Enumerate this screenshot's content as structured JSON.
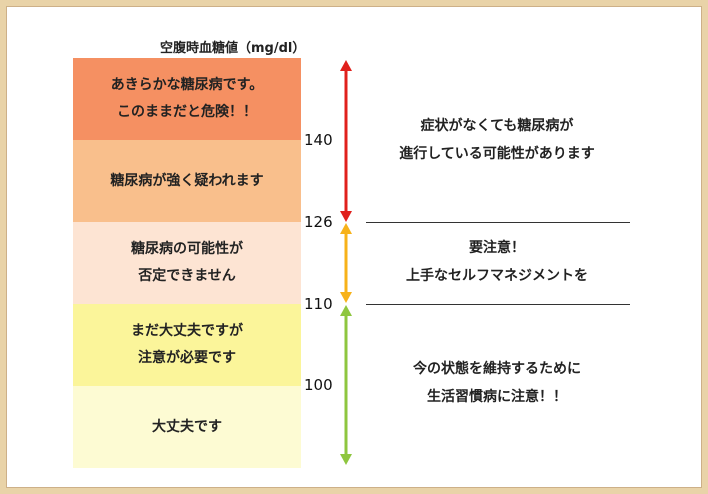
{
  "header": {
    "title": "空腹時血糖値（mg/dl）"
  },
  "bands": [
    {
      "lines": [
        "あきらかな糖尿病です。",
        "このままだと危険！！"
      ],
      "color": "#f59062"
    },
    {
      "lines": [
        "糖尿病が強く疑われます"
      ],
      "color": "#f9bf8c"
    },
    {
      "lines": [
        "糖尿病の可能性が",
        "否定できません"
      ],
      "color": "#fde4d3"
    },
    {
      "lines": [
        "まだ大丈夫ですが",
        "注意が必要です"
      ],
      "color": "#fbf59a"
    },
    {
      "lines": [
        "大丈夫です"
      ],
      "color": "#fdfbd3"
    }
  ],
  "ticks": [
    "140",
    "126",
    "110",
    "100"
  ],
  "messages": [
    {
      "lines": [
        "症状がなくても糖尿病が",
        "進行している可能性があります"
      ]
    },
    {
      "lines": [
        "要注意！",
        "上手なセルフマネジメントを"
      ]
    },
    {
      "lines": [
        "今の状態を維持するために",
        "生活習慣病に注意！！"
      ]
    }
  ],
  "arrow_colors": {
    "red": "#e0201c",
    "orange": "#f7b21a",
    "green": "#8ec63f"
  }
}
